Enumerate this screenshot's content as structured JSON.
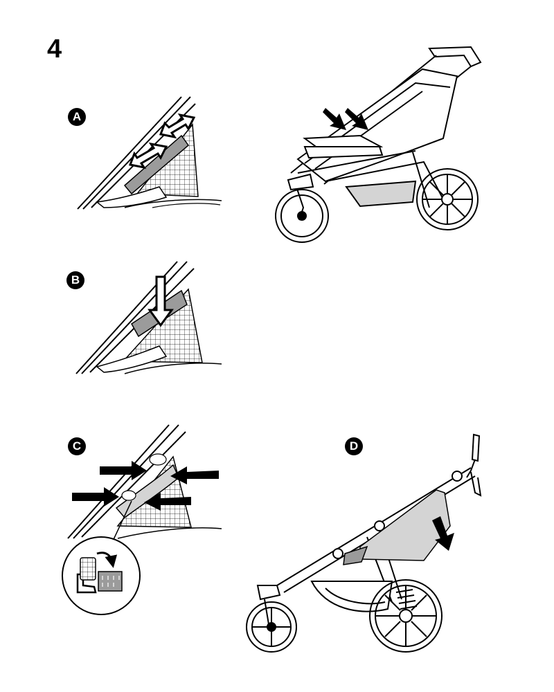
{
  "step": {
    "number": "4"
  },
  "panels": [
    {
      "id": "A",
      "label": "A"
    },
    {
      "id": "B",
      "label": "B"
    },
    {
      "id": "C",
      "label": "C"
    },
    {
      "id": "D",
      "label": "D"
    }
  ],
  "colors": {
    "ink": "#000000",
    "fill_gray": "#9b9b9b",
    "light_gray": "#d4d4d4",
    "paper": "#ffffff"
  }
}
